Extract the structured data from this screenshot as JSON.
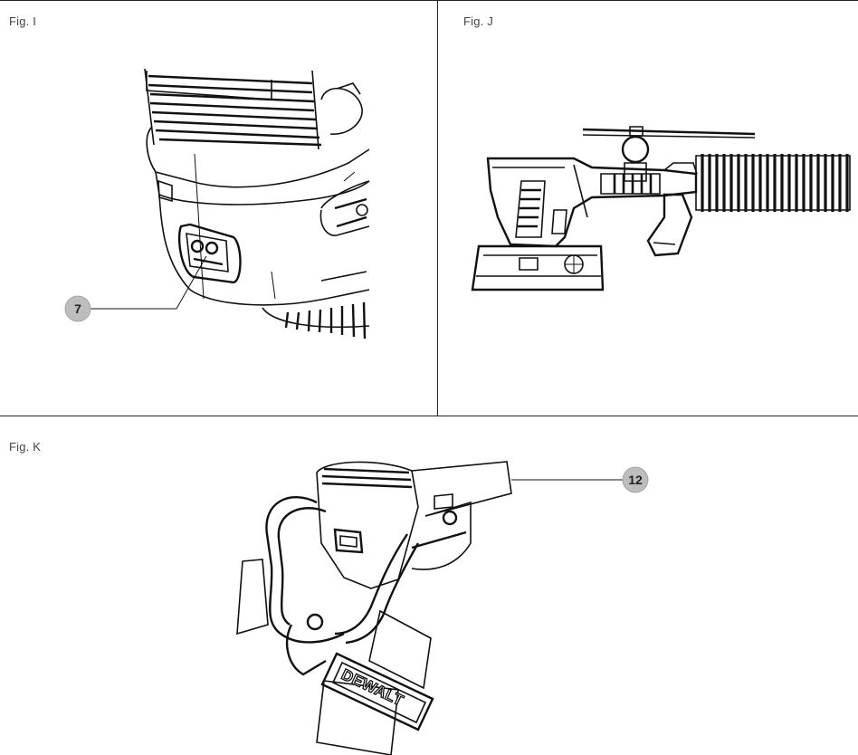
{
  "figures": {
    "fig_i": {
      "label": "Fig. I",
      "callout": "7"
    },
    "fig_j": {
      "label": "Fig. J"
    },
    "fig_k": {
      "label": "Fig. K",
      "callout": "12",
      "brand": "DEWALT"
    }
  },
  "colors": {
    "line": "#111111",
    "callout_fill": "#bdbdbd",
    "paper": "#ffffff"
  }
}
